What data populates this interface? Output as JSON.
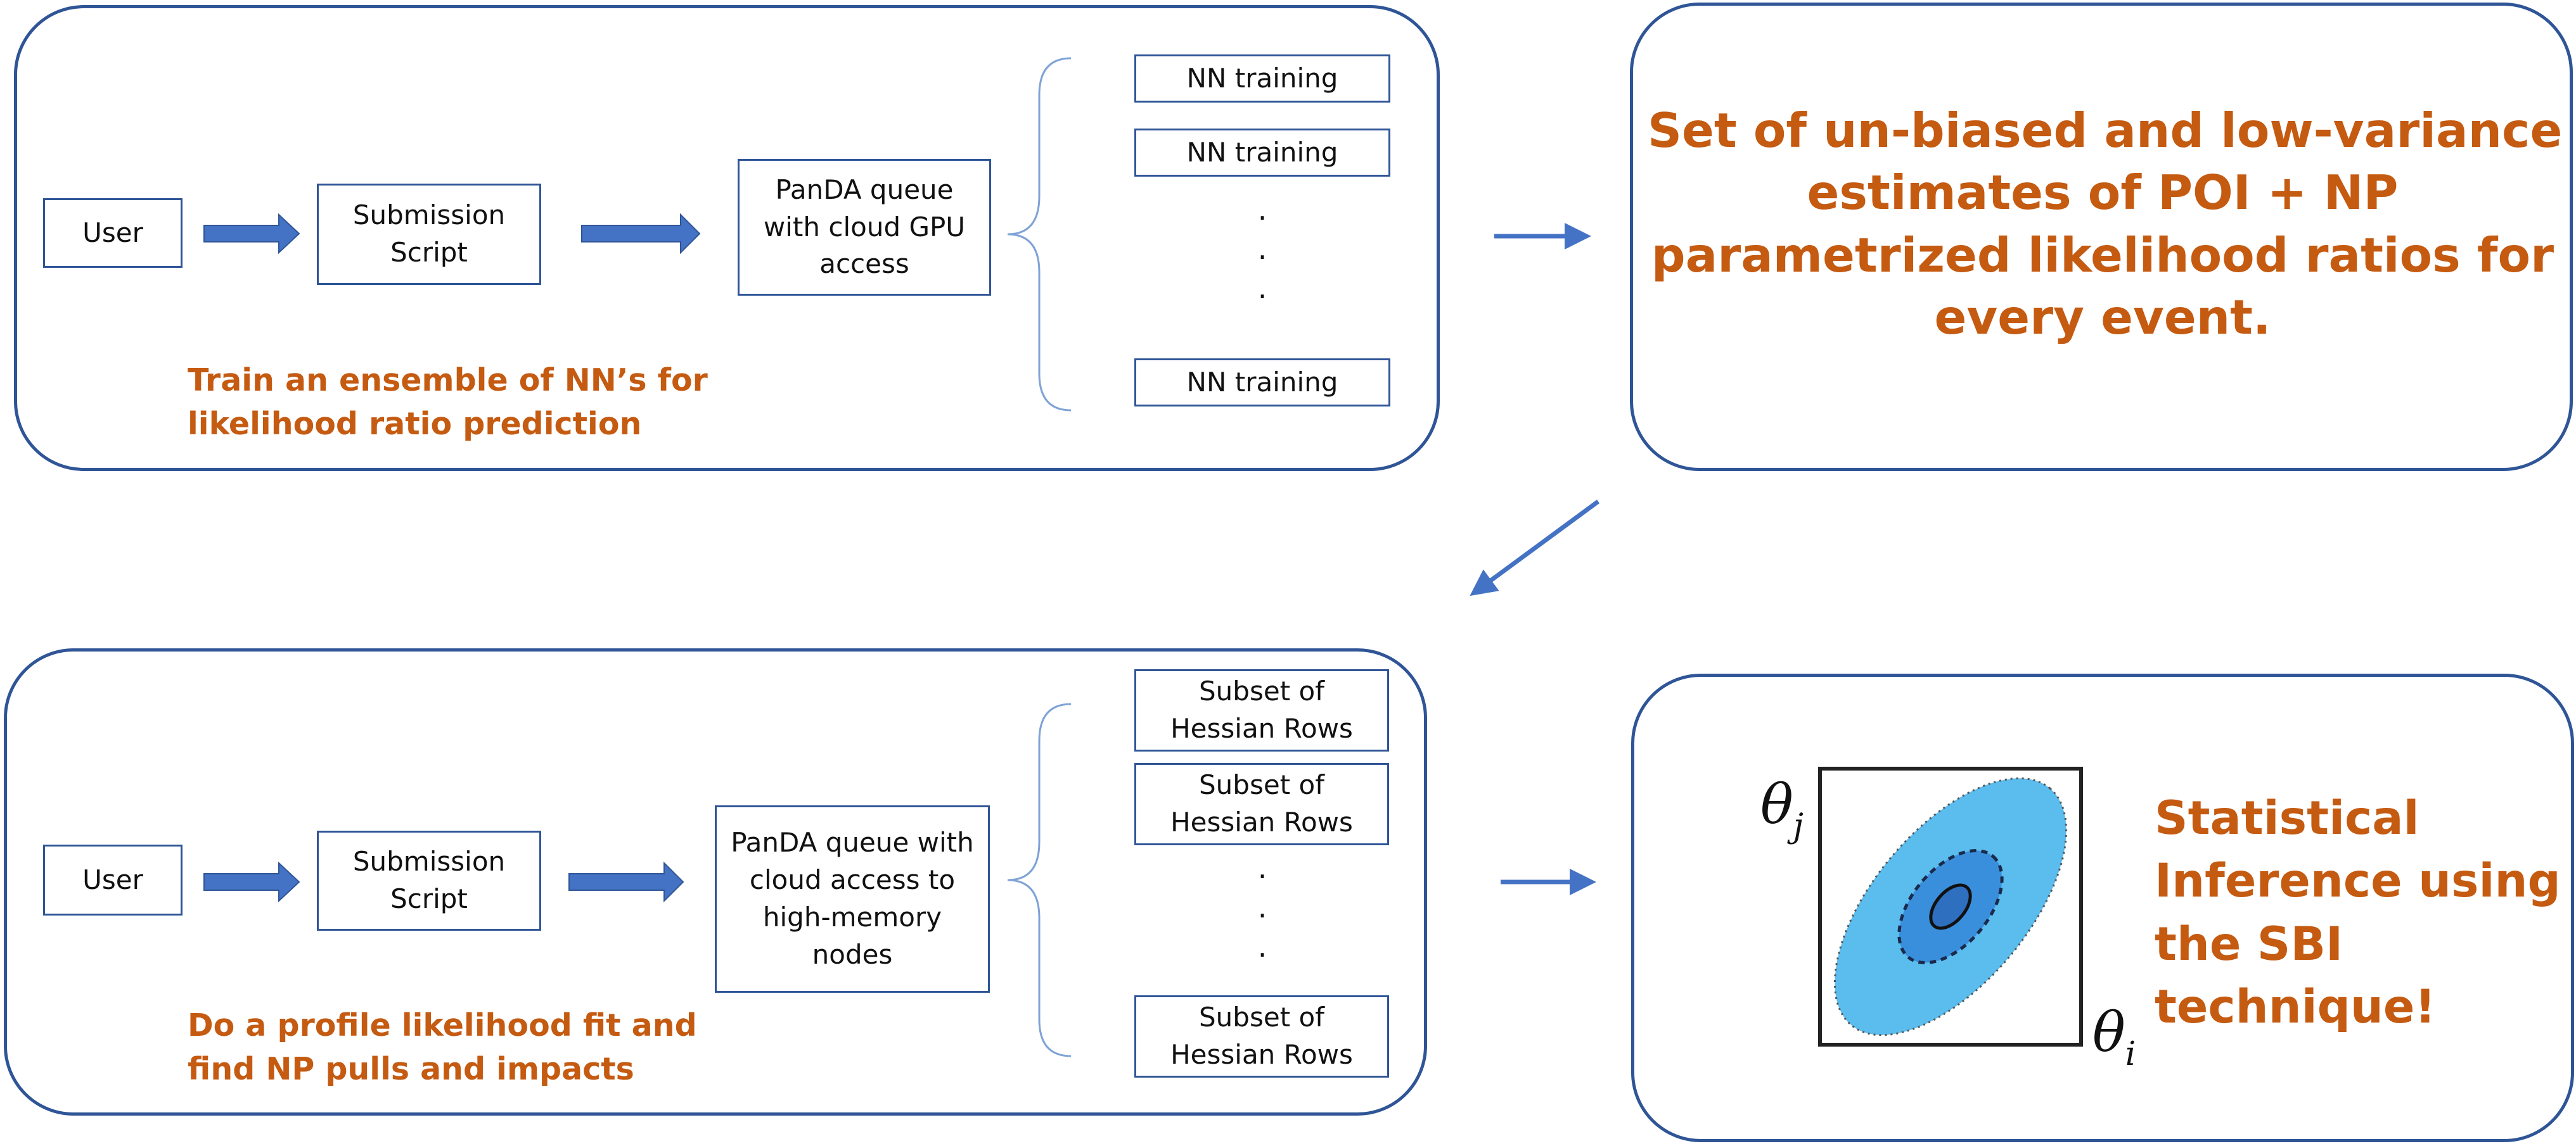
{
  "top_panel": {
    "user_label": "User",
    "submission_label": "Submission\nScript",
    "queue_label": "PanDA queue\nwith cloud GPU\naccess",
    "tasks": [
      "NN training",
      "NN training",
      "NN training"
    ],
    "dots": ".\n.\n.",
    "caption": "Train an ensemble of NN’s for\nlikelihood ratio prediction"
  },
  "result_panel": {
    "text": "Set of un-biased and low-variance\nestimates of POI + NP\nparametrized likelihood ratios for\nevery event."
  },
  "bottom_panel": {
    "user_label": "User",
    "submission_label": "Submission\nScript",
    "queue_label": "PanDA queue with\ncloud access to\nhigh-memory\nnodes",
    "tasks": [
      "Subset of\nHessian Rows",
      "Subset of\nHessian Rows",
      "Subset of\nHessian Rows"
    ],
    "dots": ".\n.\n.",
    "caption": "Do a profile likelihood fit and\nfind NP pulls and impacts"
  },
  "inference_panel": {
    "text": "Statistical\nInference using\nthe SBI\ntechnique!",
    "plot": {
      "y_axis_symbol": "θ",
      "y_axis_subscript": "j",
      "x_axis_symbol": "θ",
      "x_axis_subscript": "i"
    }
  },
  "colors": {
    "panel_border": "#2f5597",
    "arrow": "#4472c4",
    "accent_text": "#c55a11",
    "ellipse_outer": "#5bbcee",
    "ellipse_middle": "#3a8fdc",
    "ellipse_inner": "#2f6fbf"
  }
}
